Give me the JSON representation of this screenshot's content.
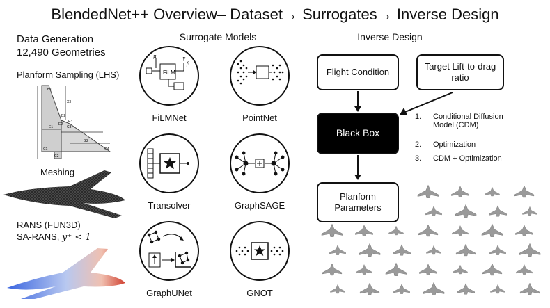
{
  "title": "BlendedNet++ Overview– Dataset→ Surrogates→ Inverse Design",
  "data_generation": {
    "heading": "Data Generation",
    "geometry_count": "12,490 Geometries",
    "planform_sampling": "Planform Sampling (LHS)",
    "meshing": "Meshing",
    "rans": "RANS (FUN3D)",
    "sa_rans_prefix": "SA-RANS, ",
    "sa_rans_math": "y⁺ < 1",
    "planform_labels": [
      "B1",
      "X3",
      "B2",
      "C1",
      "C2",
      "C3",
      "C4",
      "B3",
      "E1",
      "E2",
      "E3"
    ]
  },
  "surrogates": {
    "heading": "Surrogate Models",
    "filmnet_inner": "FiLM",
    "models": [
      "FiLMNet",
      "PointNet",
      "Transolver",
      "GraphSAGE",
      "GraphUNet",
      "GNOT"
    ]
  },
  "inverse": {
    "heading": "Inverse Design",
    "flight_condition": "Flight Condition",
    "target_ld": "Target Lift-to-drag ratio",
    "black_box": "Black Box",
    "planform_params": "Planform Parameters",
    "methods": [
      {
        "num": "1.",
        "text": "Conditional Diffusion Model (CDM)"
      },
      {
        "num": "2.",
        "text": "Optimization"
      },
      {
        "num": "3.",
        "text": "CDM + Optimization"
      }
    ]
  },
  "colors": {
    "ink": "#111111",
    "box_fill": "#000000",
    "mesh": "#555555",
    "planform_fill": "#cfcfcf"
  }
}
